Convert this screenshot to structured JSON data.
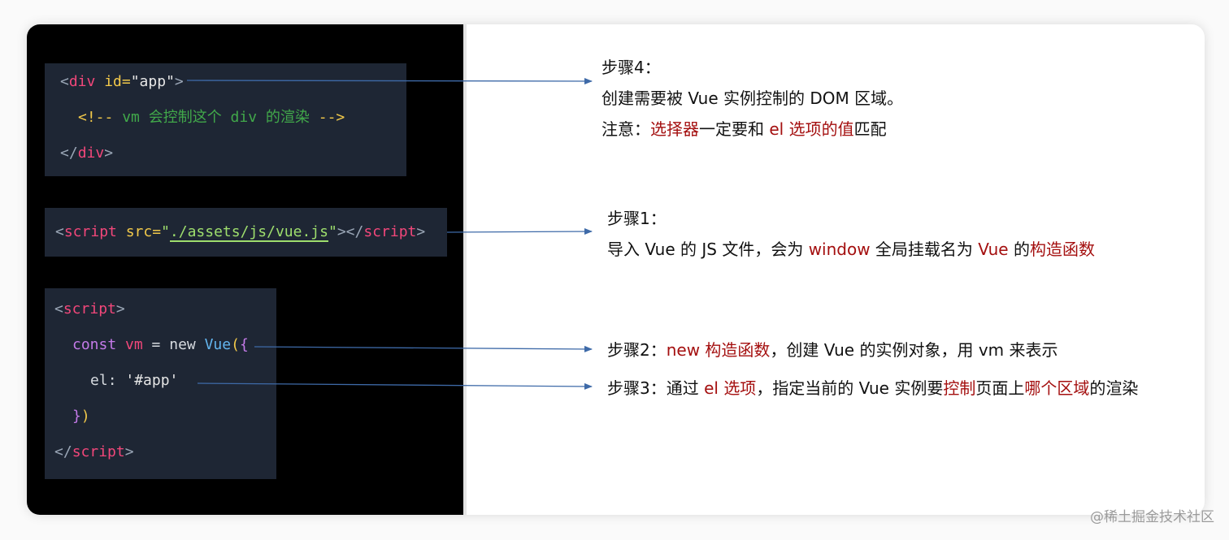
{
  "code": {
    "block1": {
      "line1": {
        "lt": "<",
        "tag": "div",
        "attr": "id=",
        "str": "\"app\"",
        "gt": ">"
      },
      "line2": {
        "open": "<!--",
        "text": " vm 会控制这个 div 的渲染 ",
        "close": "-->"
      },
      "line3": {
        "lt": "</",
        "tag": "div",
        "gt": ">"
      }
    },
    "block2": {
      "lt": "<",
      "tag": "script",
      "attr": " src=",
      "q1": "\"",
      "path": "./assets/js/vue.js",
      "q2": "\"",
      "mid": "></",
      "tag2": "script",
      "gt": ">"
    },
    "block3": {
      "line1": {
        "lt": "<",
        "tag": "script",
        "gt": ">"
      },
      "line2": {
        "kw": "const",
        "var": "vm",
        "eq": " = ",
        "new": "new",
        "cls": "Vue",
        "p": "(",
        "b": "{"
      },
      "line3": {
        "key": "el",
        "colon": ":",
        "val": "'#app'"
      },
      "line4": {
        "b": "}",
        "p": ")"
      },
      "line5": {
        "lt": "</",
        "tag": "script",
        "gt": ">"
      }
    }
  },
  "notes": {
    "step4": {
      "title": "步骤4：",
      "line1": "创建需要被 Vue 实例控制的 DOM 区域。",
      "line2": {
        "a": "注意：",
        "b": "选择器",
        "c": "一定要和 ",
        "d": "el 选项的值",
        "e": "匹配"
      }
    },
    "step1": {
      "title": "步骤1：",
      "line1": {
        "a": "导入 Vue 的 JS 文件，会为 ",
        "b": "window",
        "c": " 全局挂载名为 ",
        "d": "Vue",
        "e": " 的",
        "f": "构造函数"
      }
    },
    "step2": {
      "a": "步骤2：",
      "b": "new 构造函数",
      "c": "，创建 Vue 的实例对象，用 vm 来表示"
    },
    "step3": {
      "a": "步骤3：通过 ",
      "b": "el 选项",
      "c": "，指定当前的 Vue 实例要",
      "d": "控制",
      "e": "页面上",
      "f": "哪个区域",
      "g": "的渲染"
    }
  },
  "watermark": "@稀土掘金技术社区",
  "colors": {
    "highlight": "#a40f0f",
    "arrow": "#3e6aa8",
    "code_bg": "#1e2634"
  }
}
